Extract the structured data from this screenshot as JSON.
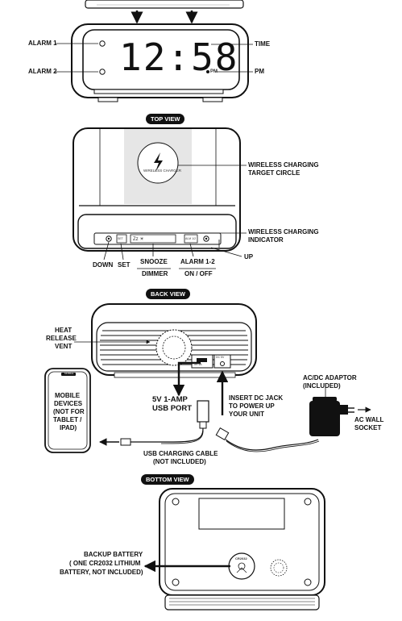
{
  "clock_display": {
    "time": "12:58",
    "pm_indicator": "PM"
  },
  "labels": {
    "alarm1": "ALARM 1",
    "alarm2": "ALARM 2",
    "time": "TIME",
    "pm": "PM",
    "wireless_target_1": "WIRELESS CHARGING",
    "wireless_target_2": "TARGET CIRCLE",
    "wireless_indicator_1": "WIRELESS CHARGING",
    "wireless_indicator_2": "INDICATOR",
    "up": "UP",
    "down": "DOWN",
    "set": "SET",
    "snooze": "SNOOZE",
    "dimmer": "DIMMER",
    "alarm12": "ALARM 1-2",
    "onoff": "ON / OFF",
    "heat_1": "HEAT",
    "heat_2": "RELEASE",
    "heat_3": "VENT",
    "mobile_1": "MOBILE",
    "mobile_2": "DEVICES",
    "mobile_3": "(NOT FOR",
    "mobile_4": "TABLET /",
    "mobile_5": "IPAD)",
    "usb_port_1": "5V 1-AMP",
    "usb_port_2": "USB PORT",
    "dc_1": "INSERT DC JACK",
    "dc_2": "TO POWER UP",
    "dc_3": "YOUR UNIT",
    "adaptor_1": "AC/DC ADAPTOR",
    "adaptor_2": "(INCLUDED)",
    "socket_1": "AC WALL",
    "socket_2": "SOCKET",
    "cable_1": "USB CHARGING CABLE",
    "cable_2": "(NOT INCLUDED)",
    "battery_1": "BACKUP BATTERY",
    "battery_2": "( ONE CR2032 LITHIUM",
    "battery_3": "BATTERY,  NOT INCLUDED)"
  },
  "section_titles": {
    "top": "TOP VIEW",
    "back": "BACK VIEW",
    "bottom": "BOTTOM VIEW"
  },
  "device_text": {
    "wireless_charger": "WIRELESS CHARGER",
    "zz_button": "Zz ☀",
    "set_button": "SET",
    "alarm_button": "ALM 1/2",
    "usb_label": "5V 1A",
    "dc_label": "DC 5V",
    "battery_label": "CR2032",
    "phone_notch": "MOBILE"
  }
}
